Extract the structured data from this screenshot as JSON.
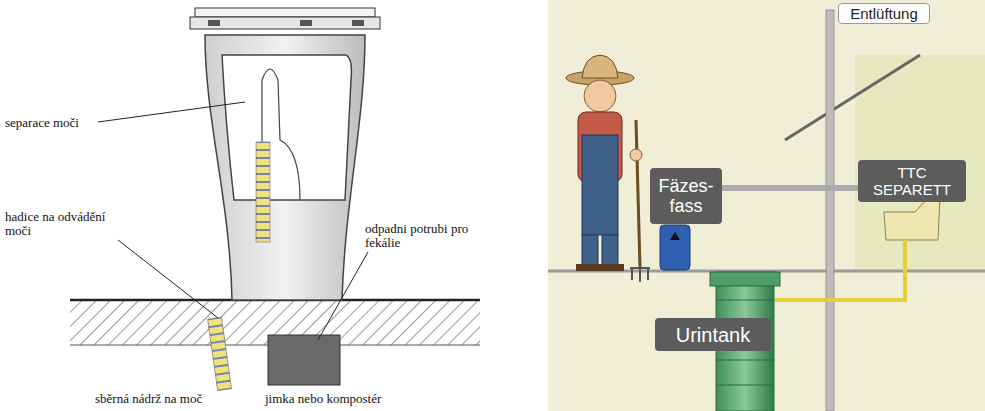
{
  "diagram": {
    "nodes": [
      {
        "text": [
          "Entlüftung"
        ]
      },
      {
        "text": [
          "Fäzes- fass"
        ]
      },
      {
        "text": [
          "TTC SEPARETT"
        ]
      },
      {
        "text": [
          "Urintank"
        ]
      }
    ],
    "labels": [
      "separace moči",
      "hadice na odvádění moči",
      "odpadni potrubi pro fekálie",
      "sběrná nádrž na moč",
      "jimka nebo kompostér"
    ]
  }
}
